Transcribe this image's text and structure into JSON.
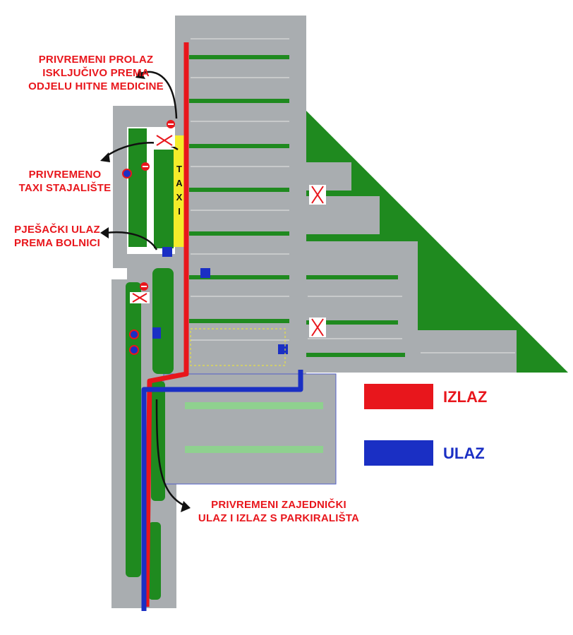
{
  "annotations": {
    "emergency_passage": [
      "PRIVREMENI PROLAZ",
      "ISKLJUČIVO PREMA",
      "ODJELU HITNE MEDICINE"
    ],
    "taxi_stand": [
      "PRIVREMENO",
      "TAXI STAJALIŠTE"
    ],
    "pedestrian_entrance": [
      "PJEŠAČKI ULAZ",
      "PREMA BOLNICI"
    ],
    "shared_entry_exit": [
      "PRIVREMENI ZAJEDNIČKI",
      "ULAZ I IZLAZ S PARKIRALIŠTA"
    ]
  },
  "taxi_sign": [
    "T",
    "A",
    "X",
    "I"
  ],
  "legend": {
    "exit": {
      "label": "IZLAZ",
      "color": "#e8161c"
    },
    "entry": {
      "label": "ULAZ",
      "color": "#1a2fc4"
    }
  },
  "colors": {
    "asphalt": "#a9adb0",
    "grass": "#1f8a1f",
    "taxi_zone": "#f5ec2a",
    "annotation_text": "#e8161c",
    "entry_label": "#1a2fc4"
  },
  "icons": [
    "no-entry-sign-icon",
    "no-parking-sign-icon",
    "parking-sign-icon",
    "disabled-parking-icon",
    "crosswalk-sign-icon",
    "blocked-x-icon"
  ]
}
